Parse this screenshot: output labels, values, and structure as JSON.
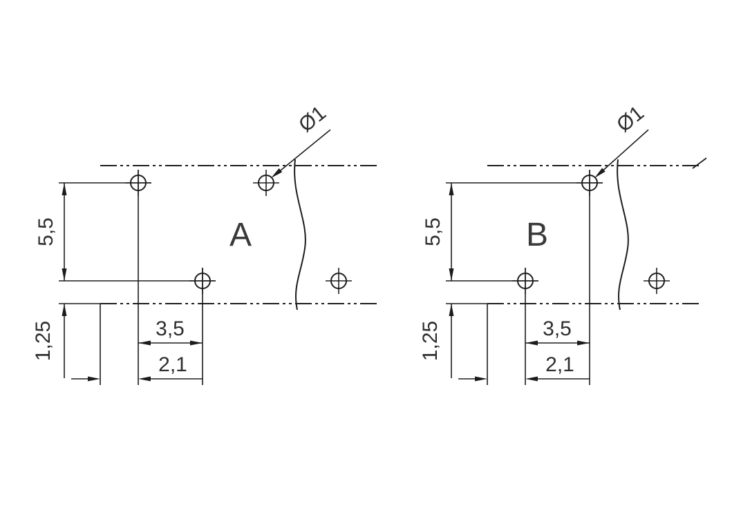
{
  "drawing": {
    "type": "drilling-plan",
    "variants": [
      {
        "label": "A"
      },
      {
        "label": "B"
      }
    ],
    "dimensions": {
      "row_spacing": "5,5",
      "edge_offset_vertical": "1,25",
      "hole_offset": "3,5",
      "edge_offset_horizontal": "2,1",
      "hole_diameter": "Ø1"
    }
  }
}
